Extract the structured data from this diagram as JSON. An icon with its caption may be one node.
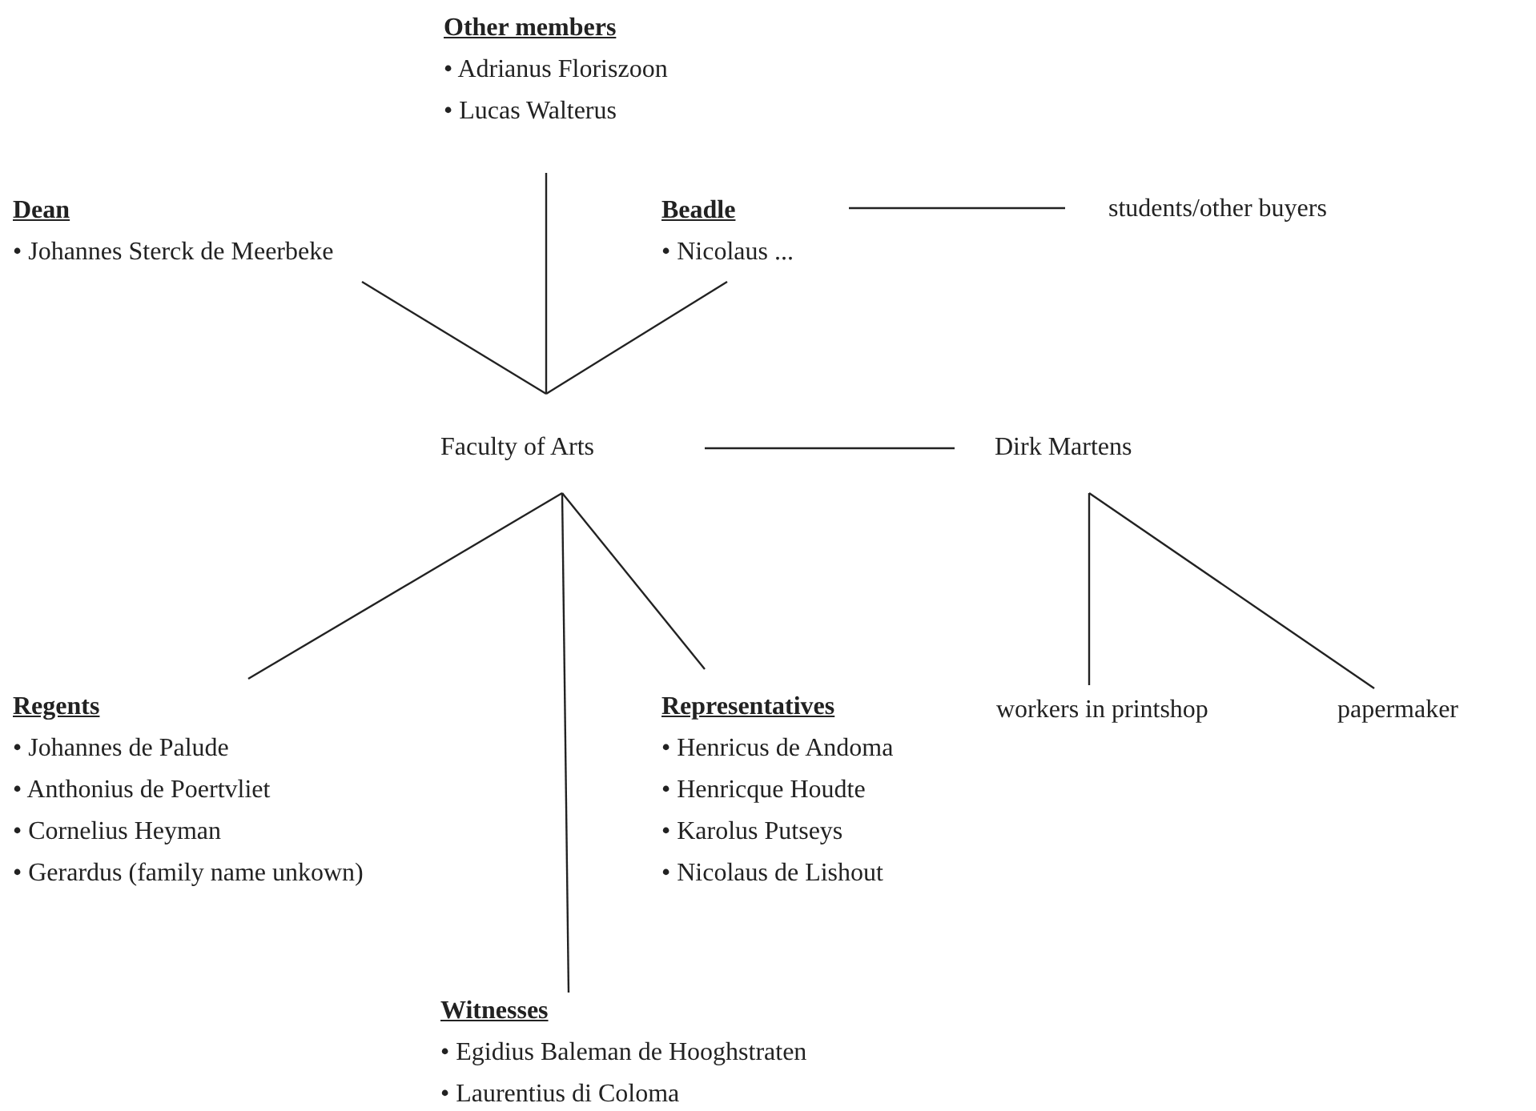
{
  "diagram": {
    "nodes": [
      {
        "text": [
          "Other members",
          "• Adrianus Floriszoon",
          "• Lucas Walterus"
        ]
      },
      {
        "text": [
          "Dean",
          "• Johannes Sterck de Meerbeke"
        ]
      },
      {
        "text": [
          "Beadle",
          "• Nicolaus ..."
        ]
      },
      {
        "text": [
          "students/other buyers"
        ]
      },
      {
        "text": [
          "Faculty of Arts"
        ]
      },
      {
        "text": [
          "Dirk Martens"
        ]
      },
      {
        "text": [
          "Regents",
          "• Johannes de Palude",
          "• Anthonius de Poertvliet",
          "• Cornelius Heyman",
          "• Gerardus (family name unkown)"
        ]
      },
      {
        "text": [
          "Representatives",
          "• Henricus de Andoma",
          "• Henricque Houdte",
          "• Karolus Putseys",
          "• Nicolaus de Lishout"
        ]
      },
      {
        "text": [
          "workers in printshop"
        ]
      },
      {
        "text": [
          "papermaker"
        ]
      },
      {
        "text": [
          "Witnesses",
          "• Egidius Baleman de Hooghstraten",
          "• Laurentius di Coloma"
        ]
      }
    ],
    "edges": [
      {
        "from": 0,
        "to": 4,
        "arrow": "none"
      },
      {
        "from": 1,
        "to": 4,
        "arrow": "none"
      },
      {
        "from": 2,
        "to": 4,
        "arrow": "none"
      },
      {
        "from": 2,
        "to": 3,
        "arrow": "none"
      },
      {
        "from": 4,
        "to": 5,
        "arrow": "none"
      },
      {
        "from": 4,
        "to": 6,
        "arrow": "none"
      },
      {
        "from": 4,
        "to": 10,
        "arrow": "none"
      },
      {
        "from": 4,
        "to": 7,
        "arrow": "none"
      },
      {
        "from": 5,
        "to": 8,
        "arrow": "none"
      },
      {
        "from": 5,
        "to": 9,
        "arrow": "none"
      }
    ]
  }
}
